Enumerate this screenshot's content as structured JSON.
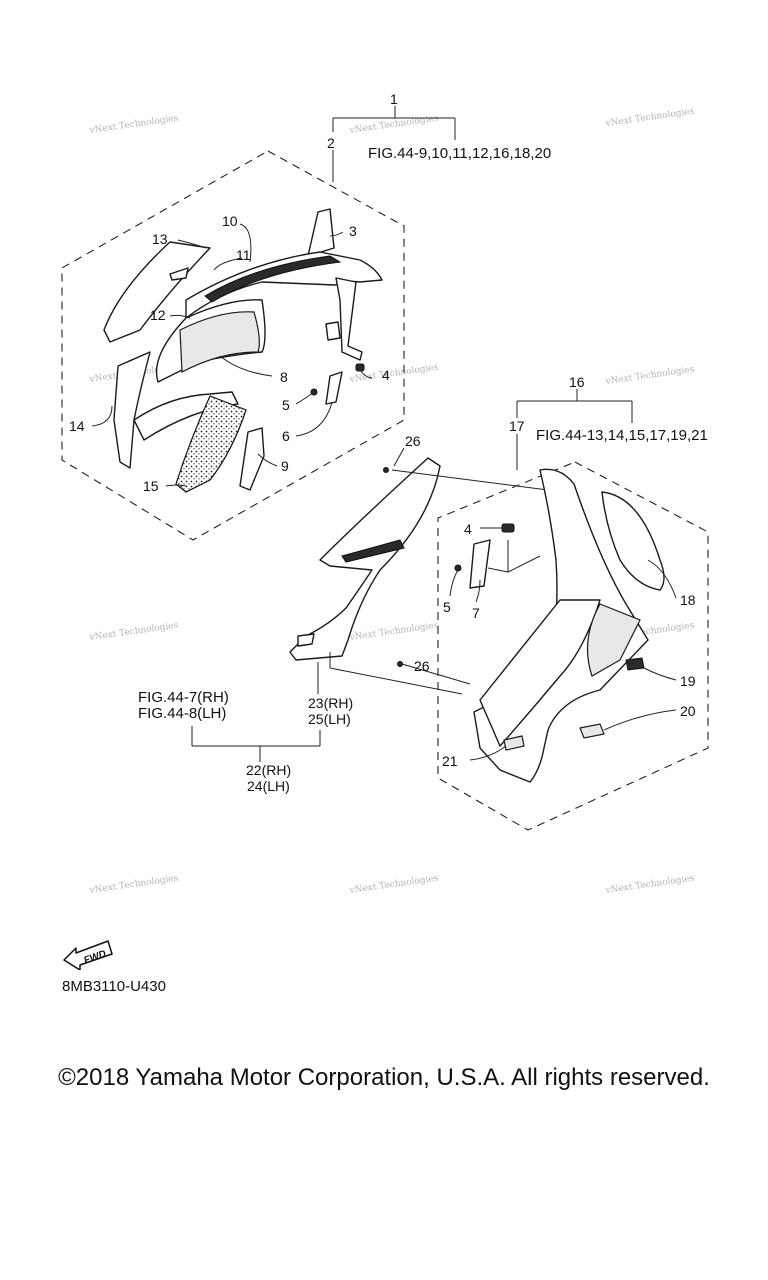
{
  "callouts": {
    "c1": "1",
    "c2": "2",
    "c3": "3",
    "c4a": "4",
    "c4b": "4",
    "c5a": "5",
    "c5b": "5",
    "c6": "6",
    "c7": "7",
    "c8": "8",
    "c9": "9",
    "c10": "10",
    "c11": "11",
    "c12": "12",
    "c13": "13",
    "c14": "14",
    "c15": "15",
    "c16": "16",
    "c17": "17",
    "c18": "18",
    "c19": "19",
    "c20": "20",
    "c21": "21",
    "c22": "22(RH)",
    "c24": "24(LH)",
    "c23": "23(RH)",
    "c25": "25(LH)",
    "c26a": "26",
    "c26b": "26"
  },
  "figrefs": {
    "upper": "FIG.44-9,10,11,12,16,18,20",
    "right": "FIG.44-13,14,15,17,19,21",
    "rh": "FIG.44-7(RH)",
    "lh": "FIG.44-8(LH)"
  },
  "watermark": "vNext Technologies",
  "fwd_label": "FWD",
  "diagram_code": "8MB3110-U430",
  "copyright": "©2018 Yamaha Motor Corporation, U.S.A. All rights reserved."
}
